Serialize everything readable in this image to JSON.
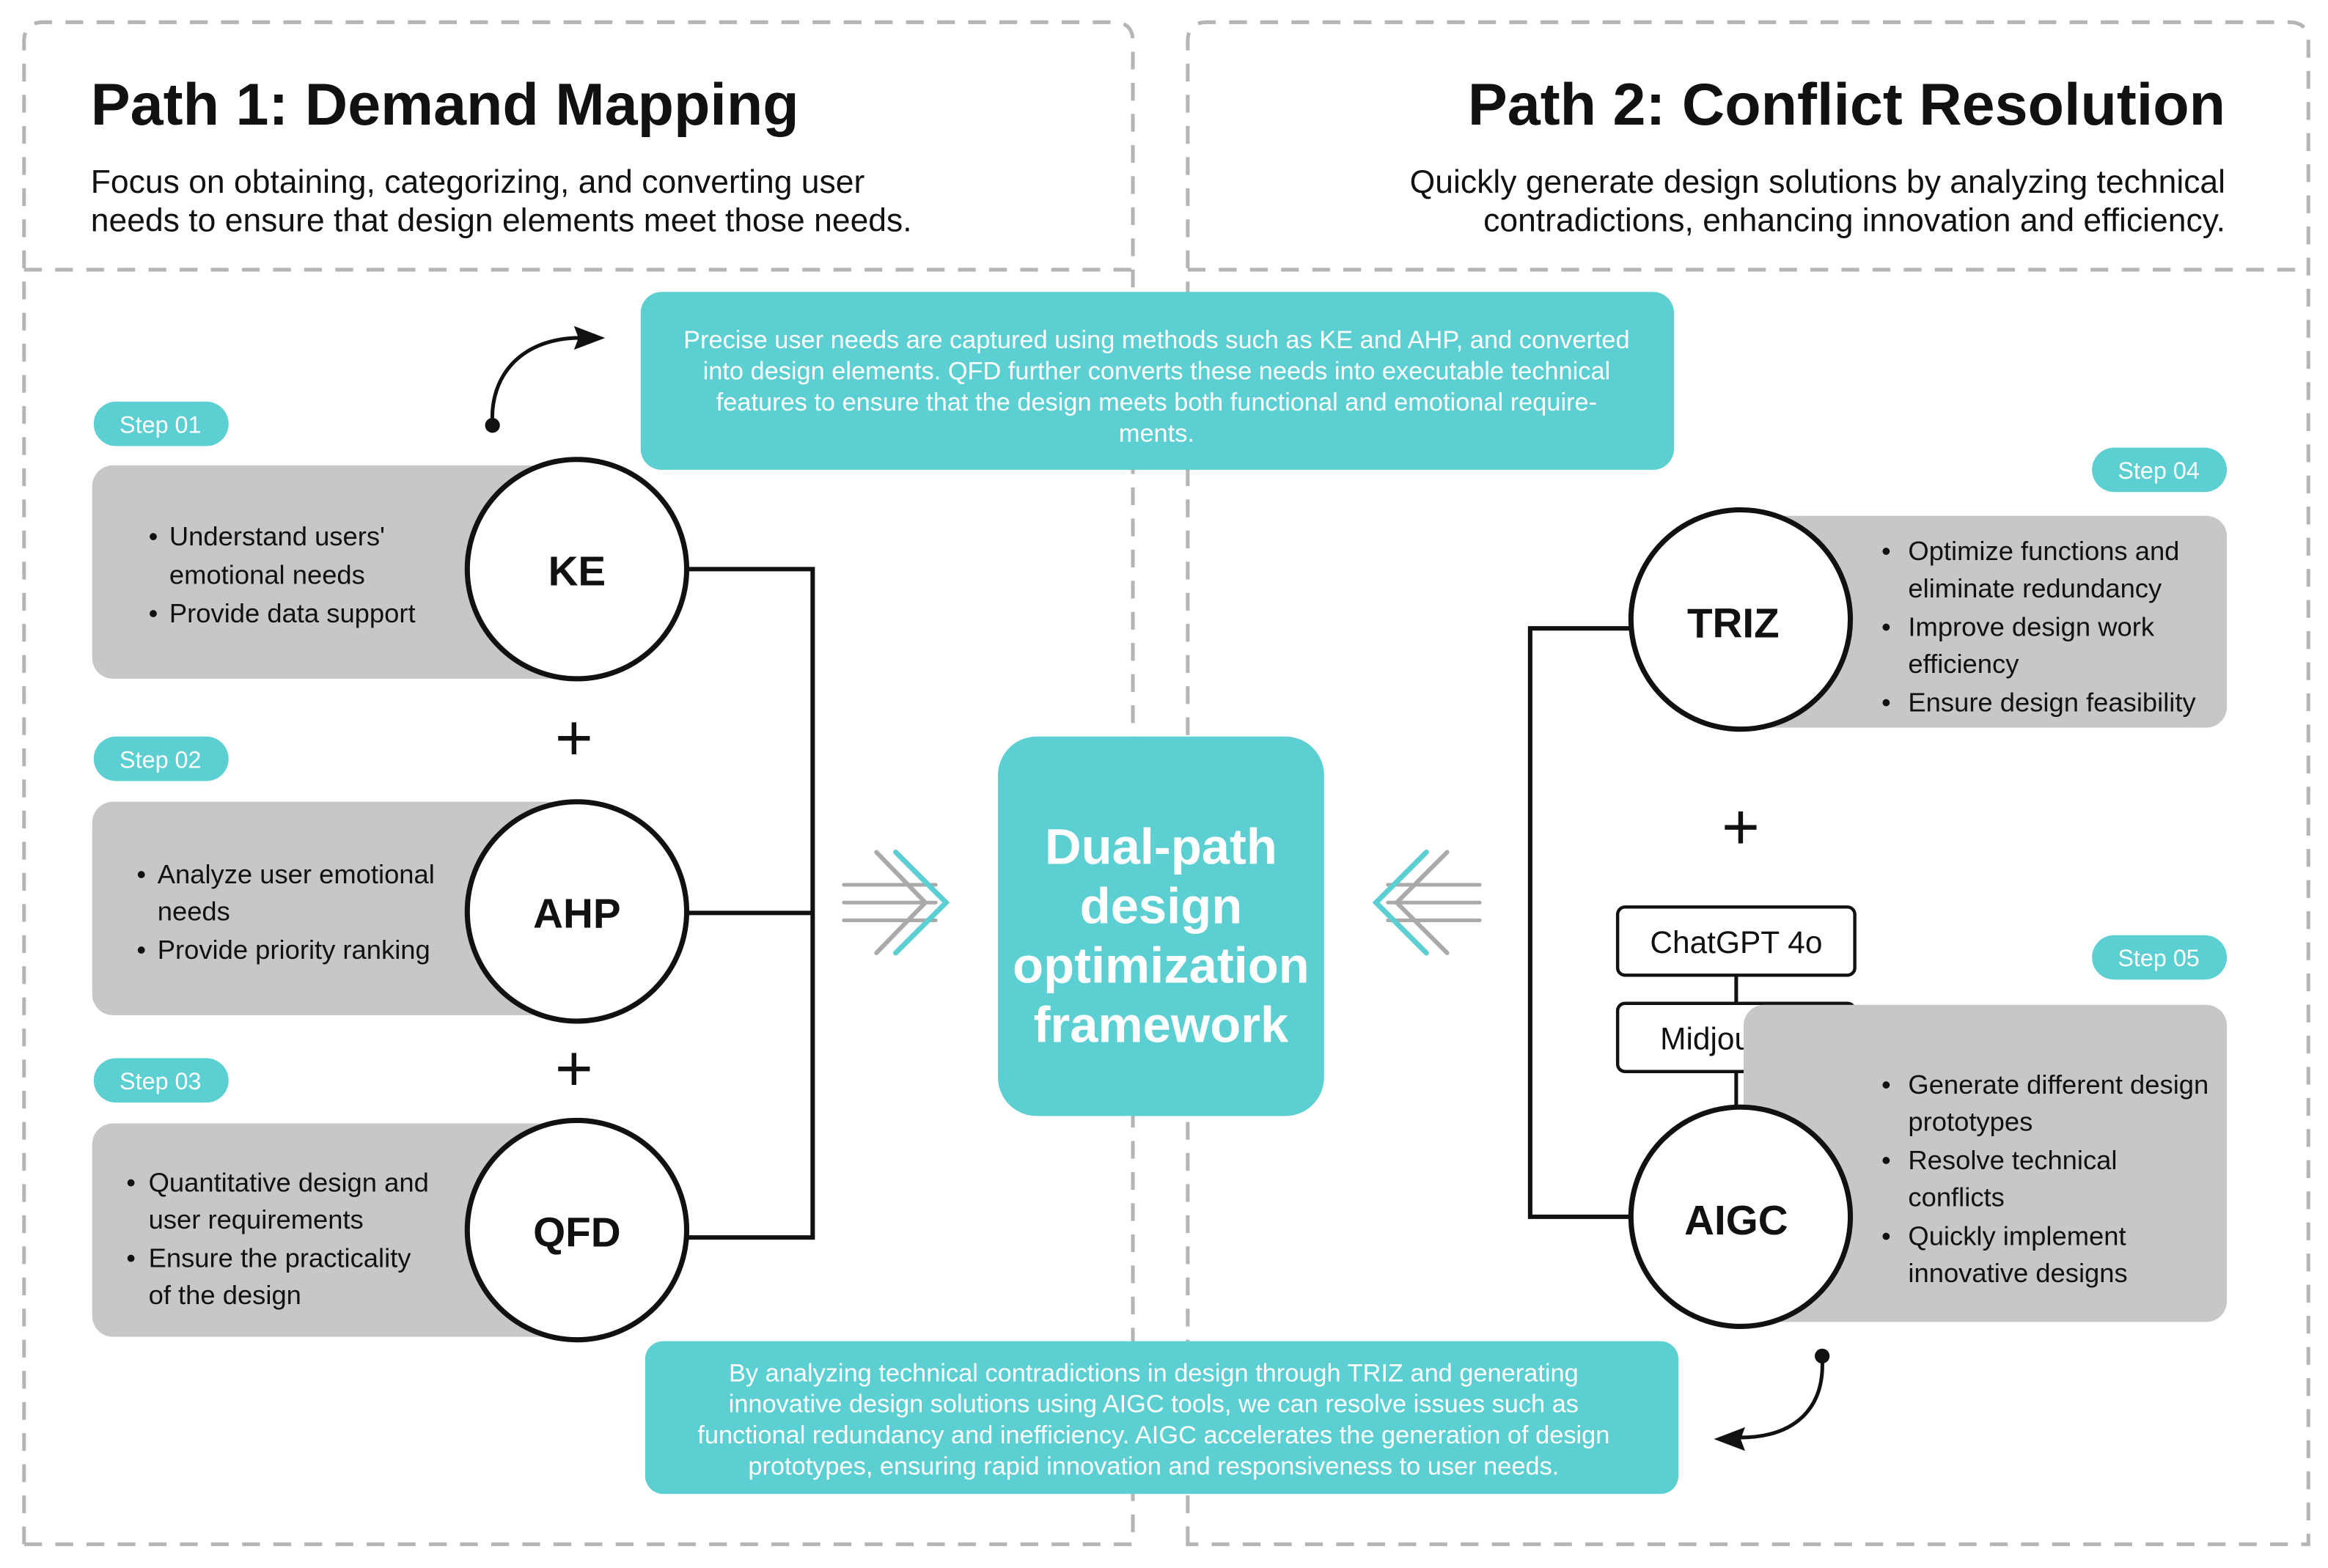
{
  "colors": {
    "accent": "#5ccfd2",
    "panel_gray": "#c7c7c7",
    "dash": "#b5b5b5",
    "ink": "#111111"
  },
  "path1": {
    "title": "Path 1: Demand Mapping",
    "description": [
      "Focus on obtaining, categorizing, and converting user",
      "needs to ensure that design elements meet those needs."
    ]
  },
  "path2": {
    "title": "Path 2: Conflict Resolution",
    "description": [
      "Quickly generate design solutions by analyzing technical",
      "contradictions, enhancing innovation and efficiency."
    ]
  },
  "top_note": [
    "Precise user needs are captured using methods such as KE and AHP, and converted",
    "into design elements. QFD further converts these needs into executable technical",
    "features to ensure that the design meets both functional and emotional require-",
    "ments."
  ],
  "bottom_note": [
    "By analyzing technical contradictions in design through TRIZ and generating",
    "innovative design solutions using AIGC tools, we can resolve issues such as",
    "functional redundancy and inefficiency. AIGC accelerates the generation of design",
    "prototypes, ensuring rapid innovation and responsiveness to user needs."
  ],
  "center": {
    "lines": [
      "Dual-path",
      "design",
      "optimization",
      "framework"
    ]
  },
  "plus_sign": "+",
  "steps": {
    "s1": {
      "label": "Step 01",
      "method": "KE",
      "bullets": [
        [
          "Understand users'",
          "emotional needs"
        ],
        [
          "Provide data support"
        ]
      ]
    },
    "s2": {
      "label": "Step 02",
      "method": "AHP",
      "bullets": [
        [
          "Analyze user emotional",
          "needs"
        ],
        [
          "Provide priority ranking"
        ]
      ]
    },
    "s3": {
      "label": "Step 03",
      "method": "QFD",
      "bullets": [
        [
          "Quantitative design and",
          "user requirements"
        ],
        [
          "Ensure the practicality",
          "of the design"
        ]
      ]
    },
    "s4": {
      "label": "Step 04",
      "method": "TRIZ",
      "bullets": [
        [
          "Optimize functions and",
          "eliminate redundancy"
        ],
        [
          "Improve design work",
          "efficiency"
        ],
        [
          "Ensure design feasibility"
        ]
      ]
    },
    "s5": {
      "label": "Step 05",
      "method": "AIGC",
      "bullets": [
        [
          "Generate different design",
          "prototypes"
        ],
        [
          "Resolve technical",
          "conflicts"
        ],
        [
          "Quickly implement",
          "innovative designs"
        ]
      ]
    }
  },
  "tools": [
    "ChatGPT 4o",
    "Midjourney"
  ]
}
